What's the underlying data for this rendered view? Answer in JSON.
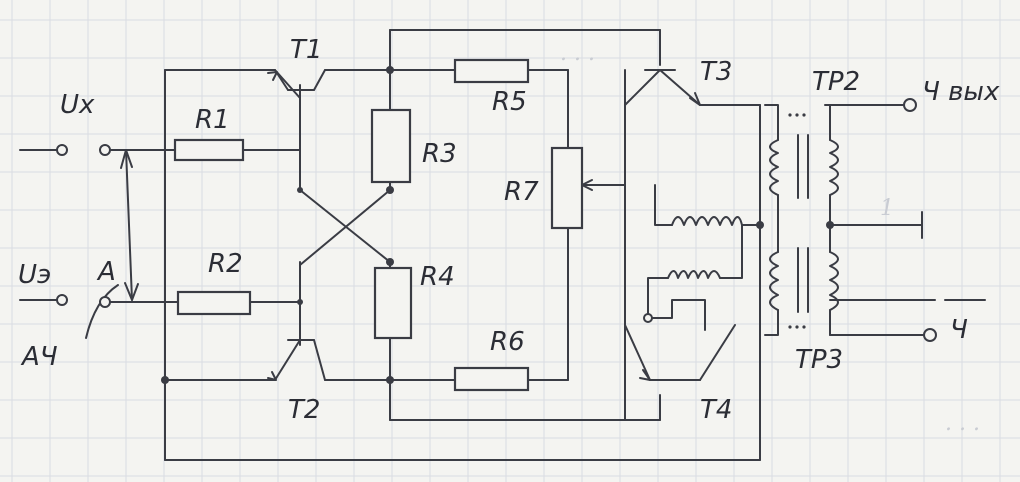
{
  "labels": {
    "t1": "T1",
    "t2": "T2",
    "t3": "T3",
    "t4": "T4",
    "r1": "R1",
    "r2": "R2",
    "r3": "R3",
    "r4": "R4",
    "r5": "R5",
    "r6": "R6",
    "r7": "R7",
    "ux": "Ux",
    "ue": "Uэ",
    "a": "A",
    "ach": "AЧ",
    "tr2": "TP2",
    "tr3": "TP3",
    "uvyh": "Ч вых",
    "u": "Ч"
  },
  "colors": {
    "ink": "#3a3c44",
    "paper": "#f4f4f1",
    "grid": "#d9dce2"
  }
}
